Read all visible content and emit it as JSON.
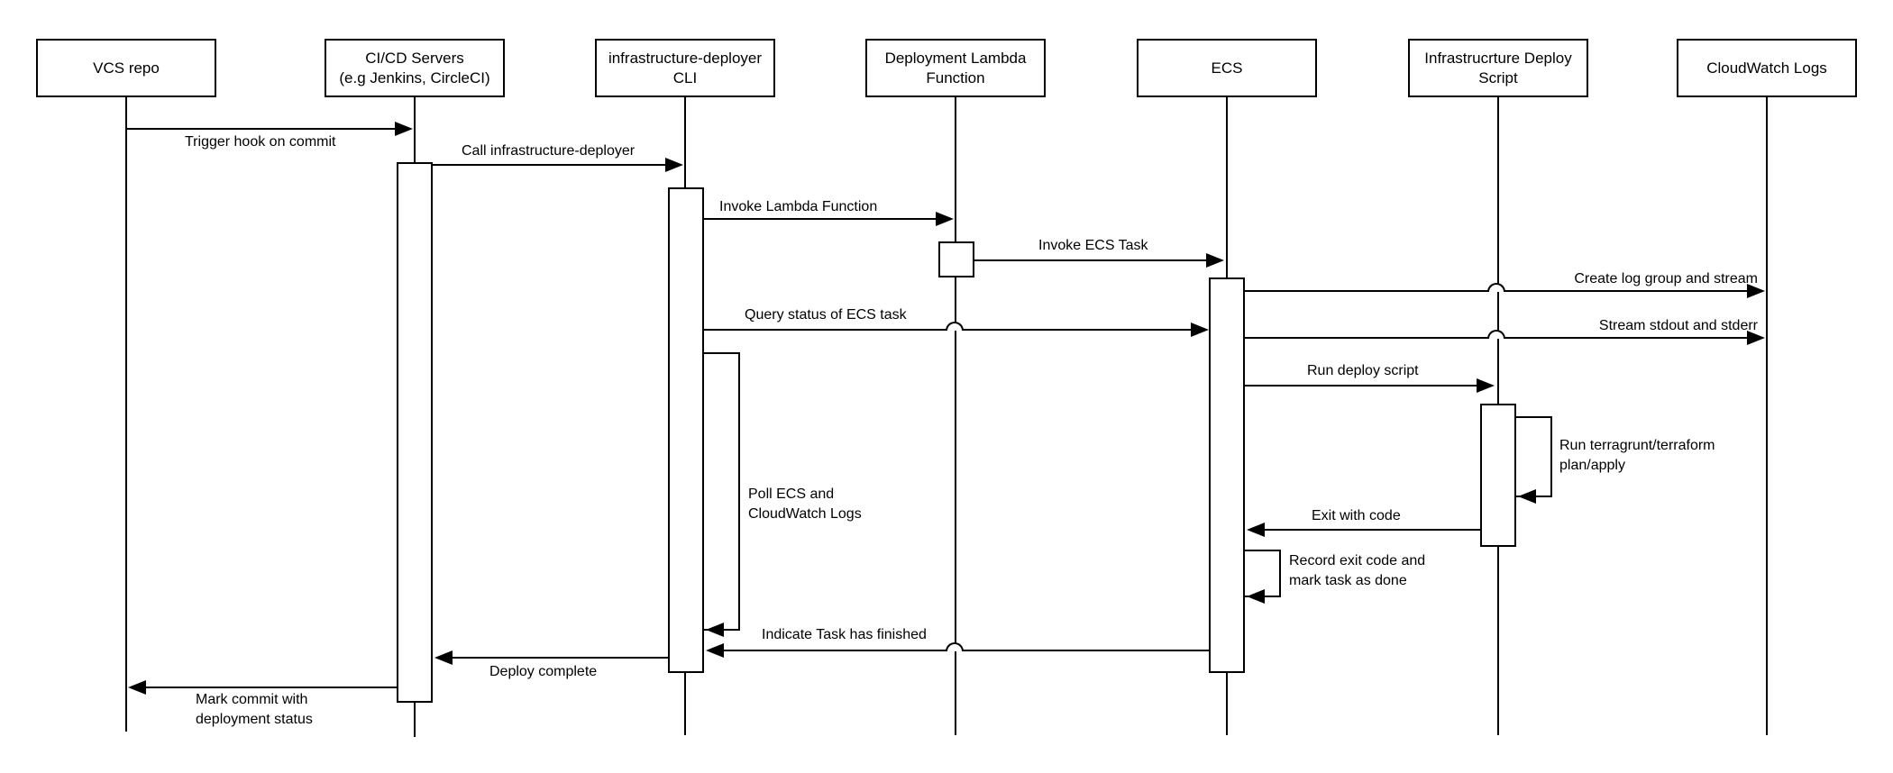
{
  "diagram": {
    "title": "CI/CD infrastructure deployment sequence diagram",
    "colors": {
      "line": "#000000",
      "background": "#ffffff",
      "box_fill": "#ffffff"
    },
    "participants": [
      {
        "id": "vcs-repo",
        "label": "VCS repo"
      },
      {
        "id": "cicd-servers",
        "label": "CI/CD Servers\n(e.g Jenkins, CircleCI)"
      },
      {
        "id": "infrastructure-deployer-cli",
        "label": "infrastructure-deployer\nCLI"
      },
      {
        "id": "deployment-lambda-function",
        "label": "Deployment Lambda\nFunction"
      },
      {
        "id": "ecs",
        "label": "ECS"
      },
      {
        "id": "infrastructure-deploy-script",
        "label": "Infrastrucrture Deploy\nScript"
      },
      {
        "id": "cloudwatch-logs",
        "label": "CloudWatch Logs"
      }
    ],
    "messages": [
      {
        "id": "trigger-hook",
        "from": "VCS repo",
        "to": "CI/CD Servers",
        "label": "Trigger hook on commit"
      },
      {
        "id": "call-deployer",
        "from": "CI/CD Servers",
        "to": "infrastructure-deployer CLI",
        "label": "Call infrastructure-deployer"
      },
      {
        "id": "invoke-lambda",
        "from": "infrastructure-deployer CLI",
        "to": "Deployment Lambda Function",
        "label": "Invoke Lambda Function"
      },
      {
        "id": "invoke-ecs-task",
        "from": "Deployment Lambda Function",
        "to": "ECS",
        "label": "Invoke ECS Task"
      },
      {
        "id": "create-log-group",
        "from": "ECS",
        "to": "CloudWatch Logs",
        "label": "Create log group and stream"
      },
      {
        "id": "query-status",
        "from": "infrastructure-deployer CLI",
        "to": "ECS",
        "label": "Query status of ECS task"
      },
      {
        "id": "stream-stdout",
        "from": "ECS",
        "to": "CloudWatch Logs",
        "label": "Stream stdout and stderr"
      },
      {
        "id": "run-deploy-script",
        "from": "ECS",
        "to": "Infrastructure Deploy Script",
        "label": "Run deploy script"
      },
      {
        "id": "run-terragrunt",
        "from": "Infrastructure Deploy Script",
        "to": "Infrastructure Deploy Script",
        "label": "Run terragrunt/terraform\nplan/apply"
      },
      {
        "id": "exit-with-code",
        "from": "Infrastructure Deploy Script",
        "to": "ECS",
        "label": "Exit with code"
      },
      {
        "id": "record-exit-code",
        "from": "ECS",
        "to": "ECS",
        "label": "Record exit code and\nmark task as done"
      },
      {
        "id": "poll-loop",
        "from": "infrastructure-deployer CLI",
        "to": "infrastructure-deployer CLI",
        "label": "Poll ECS and\nCloudWatch Logs"
      },
      {
        "id": "indicate-finished",
        "from": "ECS",
        "to": "infrastructure-deployer CLI",
        "label": "Indicate Task has finished"
      },
      {
        "id": "deploy-complete",
        "from": "infrastructure-deployer CLI",
        "to": "CI/CD Servers",
        "label": "Deploy complete"
      },
      {
        "id": "mark-commit",
        "from": "CI/CD Servers",
        "to": "VCS repo",
        "label": "Mark commit with\ndeployment status"
      }
    ]
  }
}
